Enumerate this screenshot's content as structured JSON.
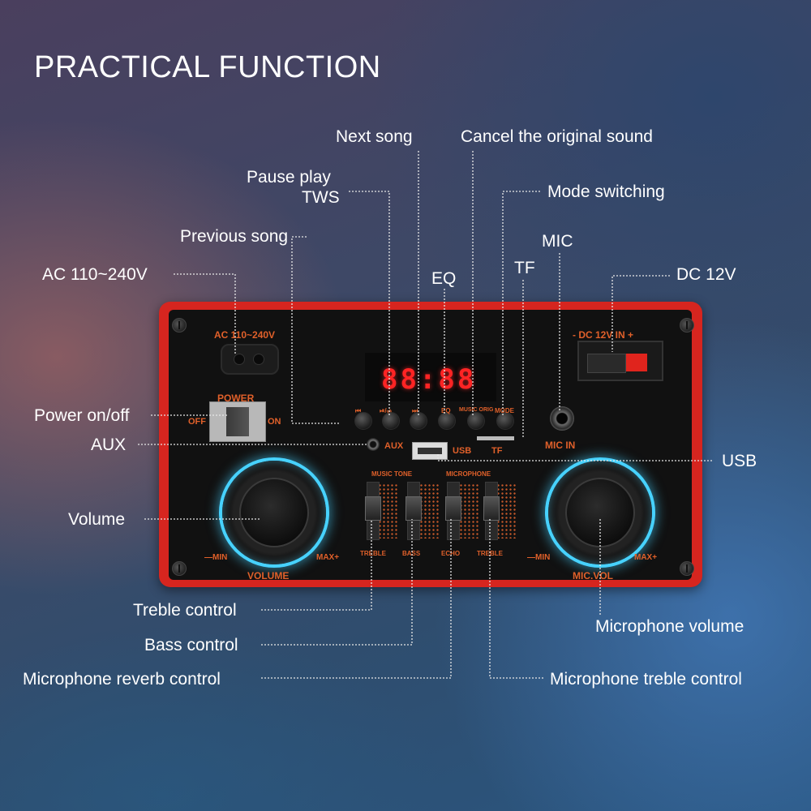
{
  "title": "PRACTICAL FUNCTION",
  "callouts": {
    "next_song": "Next song",
    "cancel_original": "Cancel the original sound",
    "pause_play": "Pause play",
    "tws": "TWS",
    "mode_switching": "Mode switching",
    "previous_song": "Previous song",
    "mic": "MIC",
    "ac": "AC 110~240V",
    "eq": "EQ",
    "tf": "TF",
    "dc": "DC 12V",
    "power": "Power on/off",
    "aux": "AUX",
    "usb": "USB",
    "volume": "Volume",
    "treble": "Treble control",
    "microphone_volume": "Microphone volume",
    "bass": "Bass control",
    "mic_reverb": "Microphone reverb control",
    "mic_treble": "Microphone treble control"
  },
  "panel": {
    "ac_print": "AC 110~240V",
    "dc_print": "-  DC 12V IN  +",
    "power_print": "POWER",
    "off_print": "OFF",
    "on_print": "ON",
    "display": "88:88",
    "btn_prev": "⏮",
    "btn_play": "⏯/⇌",
    "btn_next": "⏭",
    "btn_eq": "EQ",
    "btn_music": "MUSIC ORIG",
    "btn_mode": "MODE",
    "aux_print": "AUX",
    "usb_print": "USB",
    "tf_print": "TF",
    "mic_in_print": "MIC IN",
    "music_tone_print": "MUSIC TONE",
    "microphone_print": "MICROPHONE",
    "treble_print": "TREBLE",
    "bass_print": "BASS",
    "echo_print": "ECHO",
    "treble2_print": "TREBLE",
    "volume_print": "VOLUME",
    "mic_vol_print": "MIC.VOL",
    "min_print": "—MIN",
    "max_print": "MAX+",
    "min2_print": "—MIN",
    "max2_print": "MAX+"
  },
  "colors": {
    "panel_red": "#d6251f",
    "print_orange": "#e0602a",
    "ring_blue": "#47d2ff",
    "display_red": "#ff2424"
  }
}
